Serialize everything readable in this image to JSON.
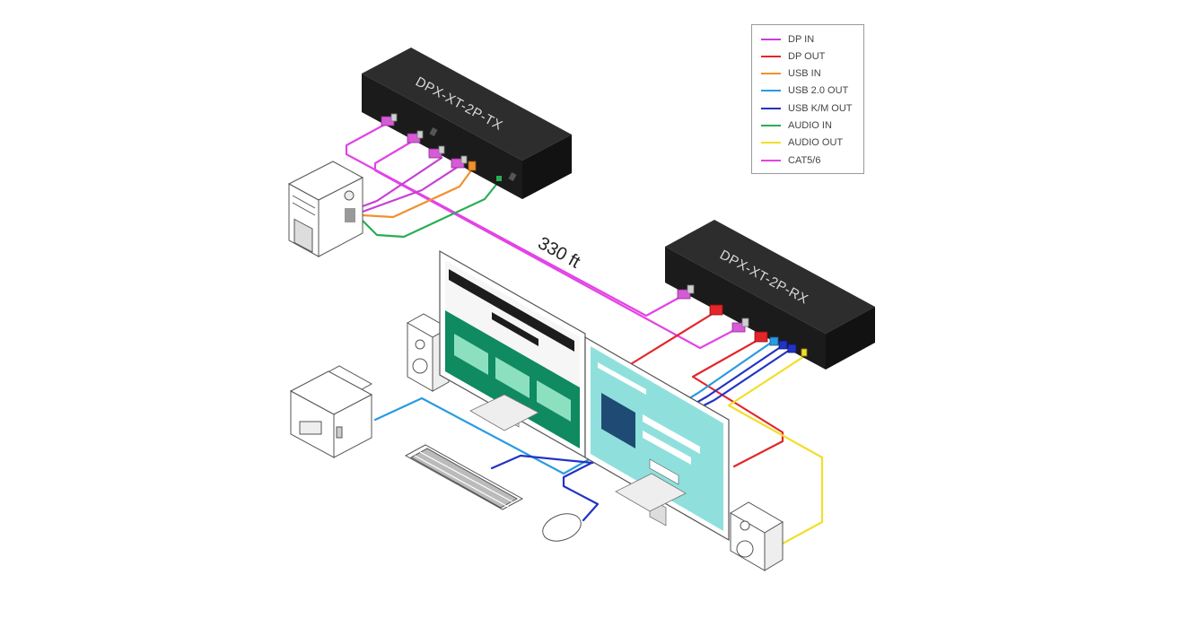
{
  "devices": {
    "transmitter": "DPX-XT-2P-TX",
    "receiver": "DPX-XT-2P-RX"
  },
  "distance": "330 ft",
  "legend": [
    {
      "label": "DP IN",
      "color": "#c63fd6"
    },
    {
      "label": "DP OUT",
      "color": "#e3262b"
    },
    {
      "label": "USB IN",
      "color": "#f0912e"
    },
    {
      "label": "USB 2.0 OUT",
      "color": "#2a9be0"
    },
    {
      "label": "USB K/M OUT",
      "color": "#2233c4"
    },
    {
      "label": "AUDIO IN",
      "color": "#29ad55"
    },
    {
      "label": "AUDIO OUT",
      "color": "#f2de2a"
    },
    {
      "label": "CAT5/6",
      "color": "#e343e6"
    }
  ],
  "icons": [
    "pc-tower-icon",
    "printer-icon",
    "keyboard-icon",
    "mouse-icon",
    "monitor-icon",
    "speaker-icon"
  ]
}
